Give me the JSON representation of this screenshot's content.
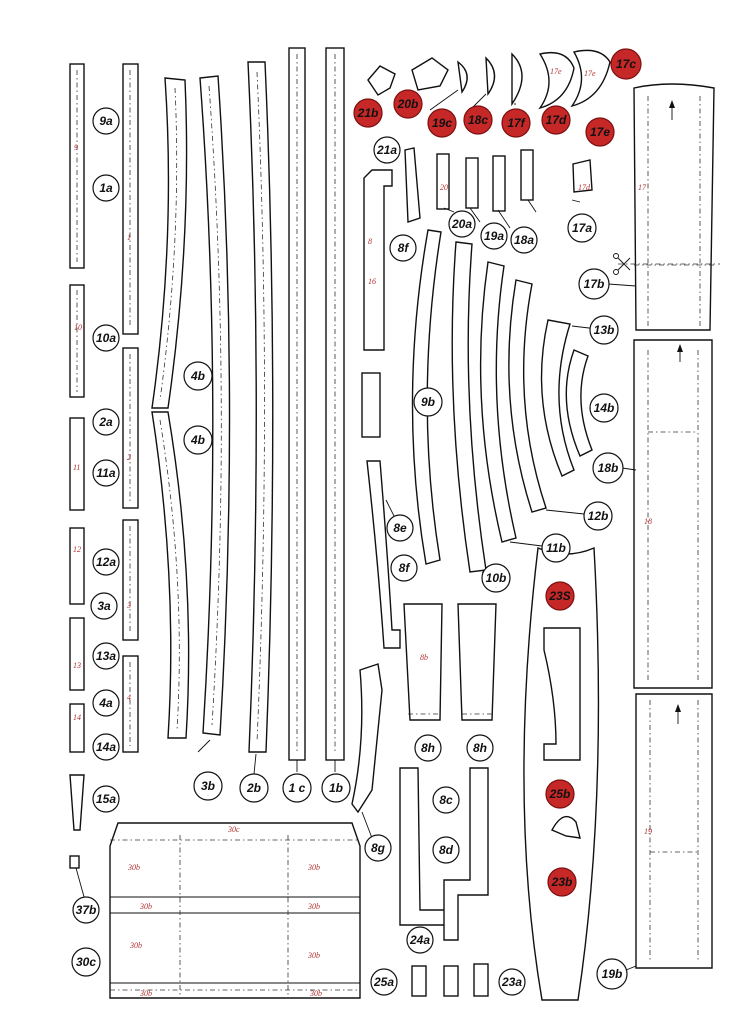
{
  "labels": {
    "p9a": "9a",
    "p1a": "1a",
    "p10a": "10a",
    "p2a": "2a",
    "p11a": "11a",
    "p12a": "12a",
    "p3a": "3a",
    "p13a": "13a",
    "p4a": "4a",
    "p14a": "14a",
    "p15a": "15a",
    "p37b": "37b",
    "p30c": "30c",
    "p4b_top": "4b",
    "p4b_bot": "4b",
    "p3b": "3b",
    "p2b": "2b",
    "p1c": "1 c",
    "p1b": "1b",
    "p21b": "21b",
    "p20b": "20b",
    "p19c": "19c",
    "p18c": "18c",
    "p17f": "17f",
    "p17d": "17d",
    "p17c": "17c",
    "p17e": "17e",
    "p21a": "21a",
    "p20a": "20a",
    "p19a": "19a",
    "p18a": "18a",
    "p17a": "17a",
    "p8f_top": "8f",
    "p8f_bot": "8f",
    "p8e": "8e",
    "p8g": "8g",
    "p9b": "9b",
    "p10b": "10b",
    "p11b": "11b",
    "p12b": "12b",
    "p13b": "13b",
    "p14b": "14b",
    "p17b": "17b",
    "p18b": "18b",
    "p19b": "19b",
    "p23S": "23S",
    "p25b": "25b",
    "p23b": "23b",
    "p8h_l": "8h",
    "p8h_r": "8h",
    "p8c": "8c",
    "p8d": "8d",
    "p24a": "24a",
    "p25a": "25a",
    "p23a": "23a"
  },
  "inner_marks": {
    "m30c": "30c",
    "m30b_1": "30b",
    "m30b_2": "30b",
    "m30b_3": "30b",
    "m30b_4": "30b",
    "m30b_5": "30b",
    "m30b_6": "30b",
    "m30b_7": "30b",
    "m30b_8": "30b",
    "m17e_a": "17e",
    "m17e_b": "17e",
    "m17d": "17d",
    "m9": "9",
    "m1": "1",
    "m10": "10",
    "m2": "2",
    "m11": "11",
    "m12": "12",
    "m3": "3",
    "m13": "13",
    "m4": "4",
    "m14": "14",
    "m16": "16",
    "m8": "8",
    "m8b": "8b",
    "m17": "17",
    "m18": "18",
    "m19": "19",
    "m20": "20"
  },
  "colors": {
    "red_label": "#c62828",
    "mark_text": "#b23030",
    "outline": "#111111"
  },
  "icons": {
    "scissors": "scissors-icon",
    "arrow": "arrow-icon"
  }
}
